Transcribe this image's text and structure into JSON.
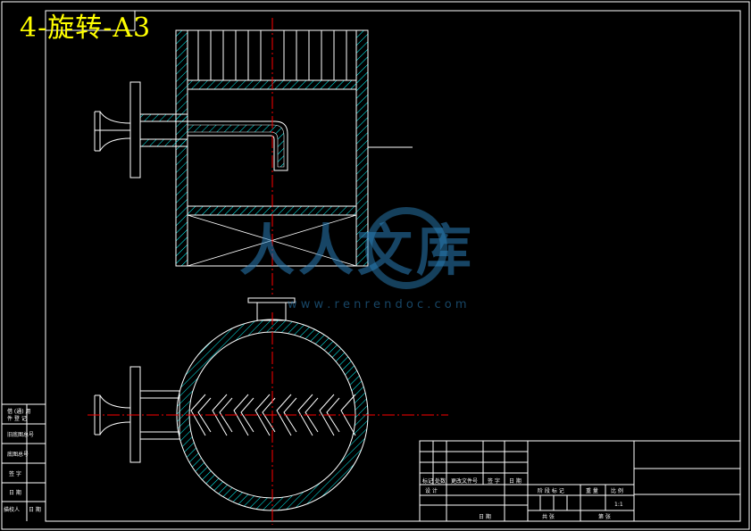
{
  "title": "4-旋转-A3",
  "watermark": {
    "brand_text": "人人文库",
    "url_text": "w w w . r e n r e n d o c . c o m"
  },
  "left_strip_labels": [
    "借 (通) 用",
    "件 登 记",
    "旧底图总号",
    "底图总号",
    "签  字",
    "日  期",
    "描校人",
    "日 期"
  ],
  "title_block": {
    "row_labels": [
      "标记",
      "处数",
      "更改文件号",
      "签 字",
      "日 期"
    ],
    "designer_label": "设 计",
    "date_label": "日 期",
    "stage_label": "阶 段 标 记",
    "weight_label": "重 量",
    "scale_label": "比 例",
    "scale_value": "1:1",
    "sheets_label": "共 张",
    "sheet_label": "第 张"
  },
  "colors": {
    "background": "#000000",
    "lines": "#ffffff",
    "hatch": "#00ffff",
    "centerline": "#ff0000",
    "title": "#ffff00",
    "watermark": "#2a7fb8"
  }
}
